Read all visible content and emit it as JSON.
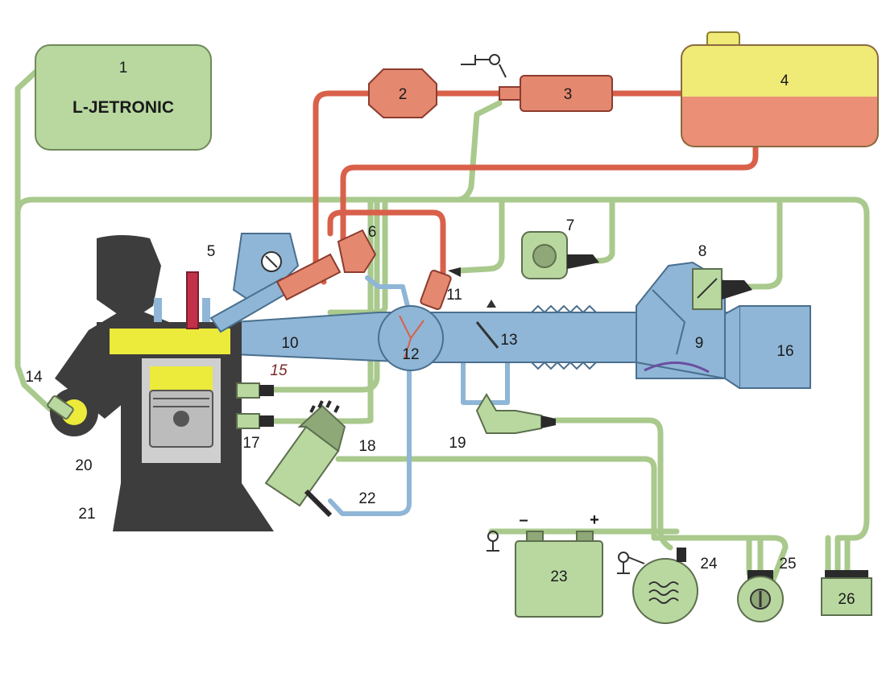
{
  "colors": {
    "electronic_green": "#b8d8a0",
    "wire_green": "#a9c98d",
    "fuel_red": "#d9604a",
    "fuel_component": "#e48870",
    "tank_yellow": "#f0ea76",
    "tank_fuel": "#eb8f77",
    "air_blue": "#8fb6d6",
    "engine_dark": "#3d3d3d",
    "mixture_yellow": "#ecea3a"
  },
  "ecu": {
    "number": "1",
    "name": "L-JETRONIC"
  },
  "battery": {
    "minus": "–",
    "plus": "+"
  },
  "labels": {
    "n2": "2",
    "n3": "3",
    "n4": "4",
    "n5": "5",
    "n6": "6",
    "n7": "7",
    "n8": "8",
    "n9": "9",
    "n10": "10",
    "n11": "11",
    "n12": "12",
    "n13": "13",
    "n14": "14",
    "n15": "15",
    "n16": "16",
    "n17": "17",
    "n18": "18",
    "n19": "19",
    "n20": "20",
    "n21": "21",
    "n22": "22",
    "n23": "23",
    "n24": "24",
    "n25": "25",
    "n26": "26"
  },
  "icons": {
    "ground": "ground-icon",
    "relay": "relay-icon",
    "ignition": "ignition-switch-icon"
  }
}
